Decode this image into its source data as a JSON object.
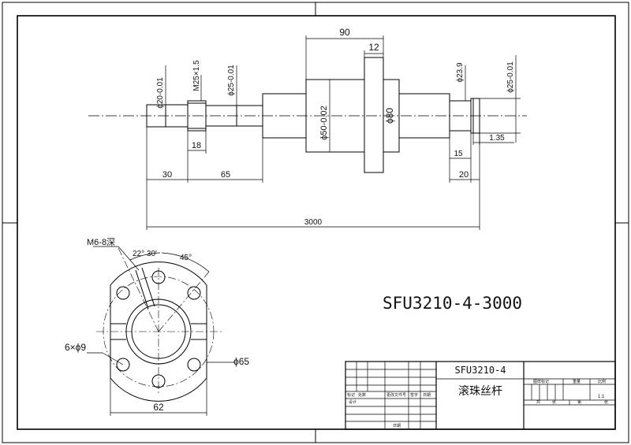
{
  "drawing": {
    "main_title": "SFU3210-4-3000",
    "part_number": "SFU3210-4",
    "part_name": "滚珠丝杆"
  },
  "side_view": {
    "dims": {
      "d_end": "ϕ20-0.01",
      "thread": "M25×1.5",
      "d_shaft_left": "ϕ25-0.01",
      "d_nut": "ϕ50-0.02",
      "d_flange": "ϕ80",
      "d_right_1": "ϕ23.9",
      "d_right_2": "ϕ25-0.01",
      "nut_length": "90",
      "flange_width": "12",
      "thread_length": "18",
      "left_end_length": "30",
      "left_shaft_length": "65",
      "right_15": "15",
      "right_20": "20",
      "groove": "1.35",
      "total_length": "3000"
    }
  },
  "front_view": {
    "dims": {
      "tapped_hole": "M6-8深",
      "angle_1": "22° 30′",
      "angle_2": "45°",
      "holes": "6×ϕ9",
      "pcd": "ϕ65",
      "width": "62"
    }
  },
  "title_block": {
    "labels": [
      "标记",
      "处数",
      "更改文件号",
      "签字",
      "日期",
      "设计",
      "日期",
      "图样标记",
      "重量",
      "比例",
      "共",
      "张",
      "第",
      "张"
    ],
    "scale": "1:1"
  }
}
